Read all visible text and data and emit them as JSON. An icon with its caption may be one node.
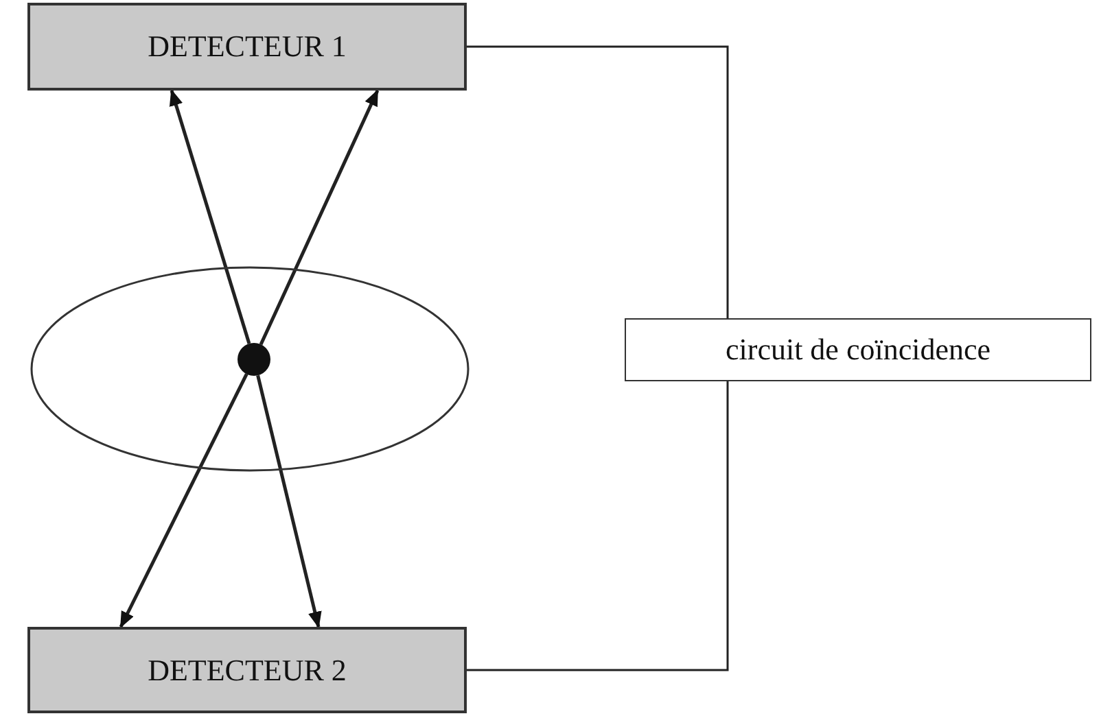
{
  "diagram": {
    "nodes": [
      {
        "text": [
          "DETECTEUR 1"
        ]
      },
      {
        "text": [],
        "shape": "ellipse"
      },
      {
        "text": [],
        "shape": "circle",
        "in": 1
      },
      {
        "text": [
          "DETECTEUR 2"
        ]
      },
      {
        "text": [
          "circuit de coïncidence"
        ]
      }
    ],
    "edges": [
      {
        "from": 2,
        "to": 0,
        "arrow": "to"
      },
      {
        "from": 2,
        "to": 0,
        "arrow": "to"
      },
      {
        "from": 2,
        "to": 3,
        "arrow": "to"
      },
      {
        "from": 2,
        "to": 3,
        "arrow": "to"
      },
      {
        "from": 0,
        "to": 4,
        "arrow": "none"
      },
      {
        "from": 3,
        "to": 4,
        "arrow": "none"
      }
    ]
  }
}
